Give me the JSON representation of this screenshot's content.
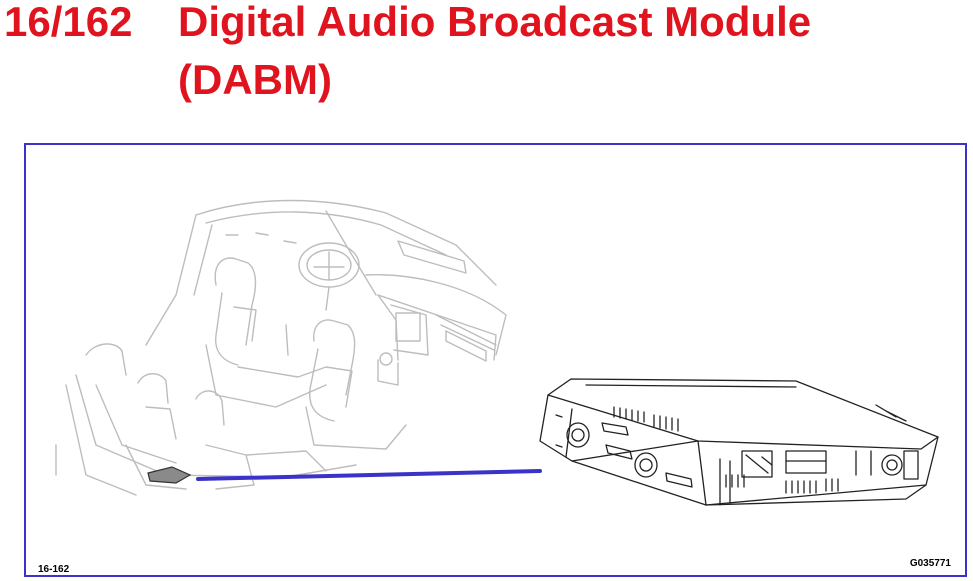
{
  "header": {
    "section_number": "16/162",
    "title_line1": "Digital Audio Broadcast Module",
    "title_line2": "(DABM)"
  },
  "figure": {
    "reference": "16-162",
    "image_code": "G035771"
  },
  "colors": {
    "title": "#e0141e",
    "frame": "#3b33c9",
    "leader_line": "#3b33c9",
    "interior_lines": "#bdbdbd",
    "module_lines": "#222222",
    "location_marker": "#8a8a8a"
  }
}
